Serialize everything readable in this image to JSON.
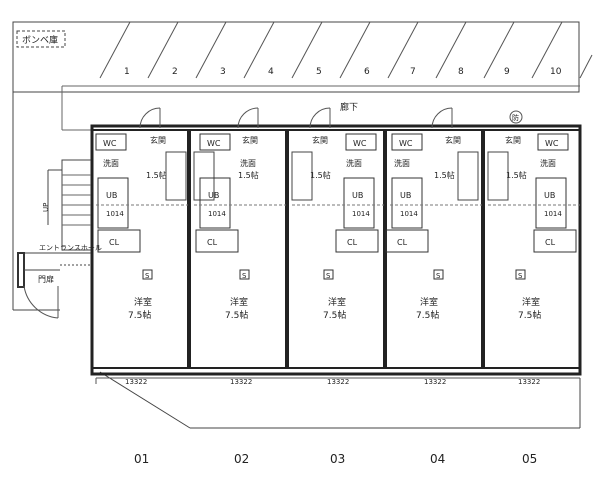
{
  "site": {
    "gas_cylinder_area": "ボンベ庫",
    "corridor": "廊下",
    "entrance_hall": "エントランスホール",
    "gate_door": "門扉",
    "stair_up": "UP",
    "fire_marker": "防"
  },
  "parking": [
    "1",
    "2",
    "3",
    "4",
    "5",
    "6",
    "7",
    "8",
    "9",
    "10"
  ],
  "units": [
    {
      "id": "01",
      "entrance": "玄関",
      "wc": "WC",
      "washroom": "洗面",
      "kitchen": "1.5帖",
      "bath": "UB",
      "bath_size": "1014",
      "closet": "CL",
      "storage": "S",
      "room": "洋室",
      "room_size": "7.5帖",
      "dimension": "13322"
    },
    {
      "id": "02",
      "entrance": "玄関",
      "wc": "WC",
      "washroom": "洗面",
      "kitchen": "1.5帖",
      "bath": "UB",
      "bath_size": "1014",
      "closet": "CL",
      "storage": "S",
      "room": "洋室",
      "room_size": "7.5帖",
      "dimension": "13322"
    },
    {
      "id": "03",
      "entrance": "玄関",
      "wc": "WC",
      "washroom": "洗面",
      "kitchen": "1.5帖",
      "bath": "UB",
      "bath_size": "1014",
      "closet": "CL",
      "storage": "S",
      "room": "洋室",
      "room_size": "7.5帖",
      "dimension": "13322"
    },
    {
      "id": "04",
      "entrance": "玄関",
      "wc": "WC",
      "washroom": "洗面",
      "kitchen": "1.5帖",
      "bath": "UB",
      "bath_size": "1014",
      "closet": "CL",
      "storage": "S",
      "room": "洋室",
      "room_size": "7.5帖",
      "dimension": "13322"
    },
    {
      "id": "05",
      "entrance": "玄関",
      "wc": "WC",
      "washroom": "洗面",
      "kitchen": "1.5帖",
      "bath": "UB",
      "bath_size": "1014",
      "closet": "CL",
      "storage": "S",
      "room": "洋室",
      "room_size": "7.5帖",
      "dimension": "13322"
    }
  ]
}
